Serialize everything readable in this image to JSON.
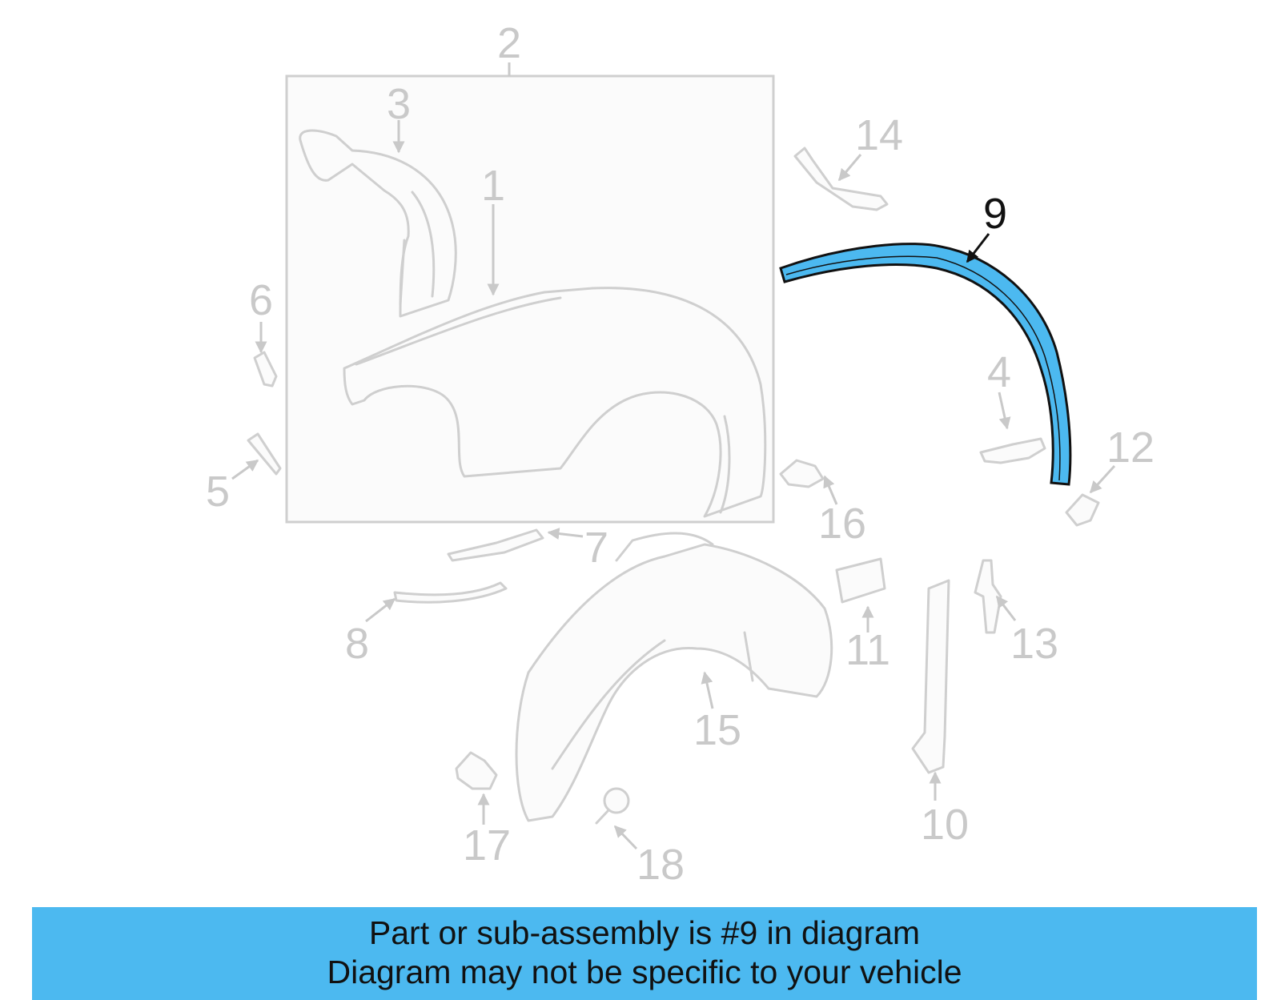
{
  "diagram": {
    "highlight_color": "#4cb9f0",
    "muted_color": "#c9c9c9",
    "highlighted_part": "9",
    "callouts": {
      "c1": "1",
      "c2": "2",
      "c3": "3",
      "c4": "4",
      "c5": "5",
      "c6": "6",
      "c7": "7",
      "c8": "8",
      "c9": "9",
      "c10": "10",
      "c11": "11",
      "c12": "12",
      "c13": "13",
      "c14": "14",
      "c15": "15",
      "c16": "16",
      "c17": "17",
      "c18": "18"
    }
  },
  "footer": {
    "line1": "Part or sub-assembly is #9 in diagram",
    "line2": "Diagram may not be specific to your vehicle",
    "background": "#4cb9f0"
  }
}
